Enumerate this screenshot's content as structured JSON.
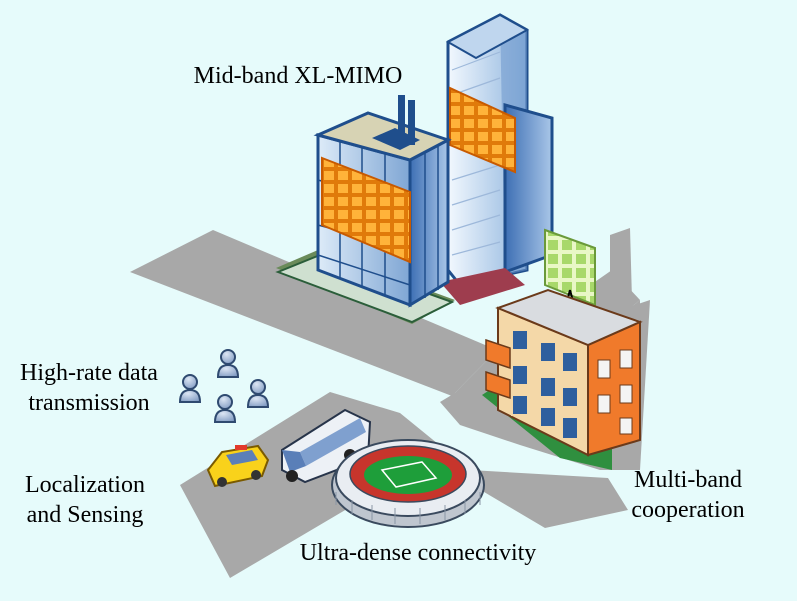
{
  "labels": {
    "xl_mimo": "Mid-band XL-MIMO",
    "high_rate_line1": "High-rate data",
    "high_rate_line2": "transmission",
    "localization_line1": "Localization",
    "localization_line2": "and Sensing",
    "connectivity": "Ultra-dense connectivity",
    "multiband_line1": "Multi-band",
    "multiband_line2": "cooperation"
  },
  "colors": {
    "background": "#E6FBFB",
    "road": "#A8A8A8",
    "panel_orange": "#FFA31A",
    "panel_green": "#C5E88A",
    "building_blue": "#1F4E8C",
    "house_orange": "#F07A2B",
    "stadium_field": "#1E9E3A",
    "taxi_yellow": "#F9D21B",
    "person_icon": "#9FB4D3"
  },
  "icons": [
    "user-icon",
    "taxi-icon",
    "bus-icon",
    "stadium-icon",
    "tower-icon",
    "building-icon",
    "house-icon",
    "antenna-panel-icon"
  ]
}
